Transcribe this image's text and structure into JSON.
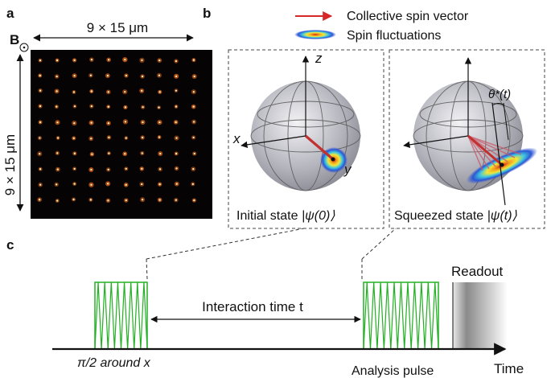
{
  "panels": {
    "a": "a",
    "b": "b",
    "c": "c"
  },
  "panel_a": {
    "field_symbol": "B",
    "width_label": "9 × 15 μm",
    "height_label": "9 × 15 μm",
    "grid_rows": 10,
    "grid_cols": 10
  },
  "panel_b": {
    "legend": {
      "vector": "Collective spin vector",
      "fluctuations": "Spin fluctuations"
    },
    "colors": {
      "vector": "#d62828",
      "frame": "#444444"
    },
    "initial": {
      "caption_text": "Initial state ",
      "caption_math": "|ψ(0)⟩",
      "axis_x": "x",
      "axis_y": "y",
      "axis_z": "z"
    },
    "squeezed": {
      "caption_text": "Squeezed state ",
      "caption_math": "|ψ(t)⟩",
      "angle_label": "θ*(t)"
    }
  },
  "panel_c": {
    "pulse1_label": "π/2 around x",
    "interaction_label": "Interaction time t",
    "analysis_label": "Analysis pulse",
    "readout_label": "Readout",
    "time_label": "Time",
    "pulse_color": "#22b022"
  }
}
